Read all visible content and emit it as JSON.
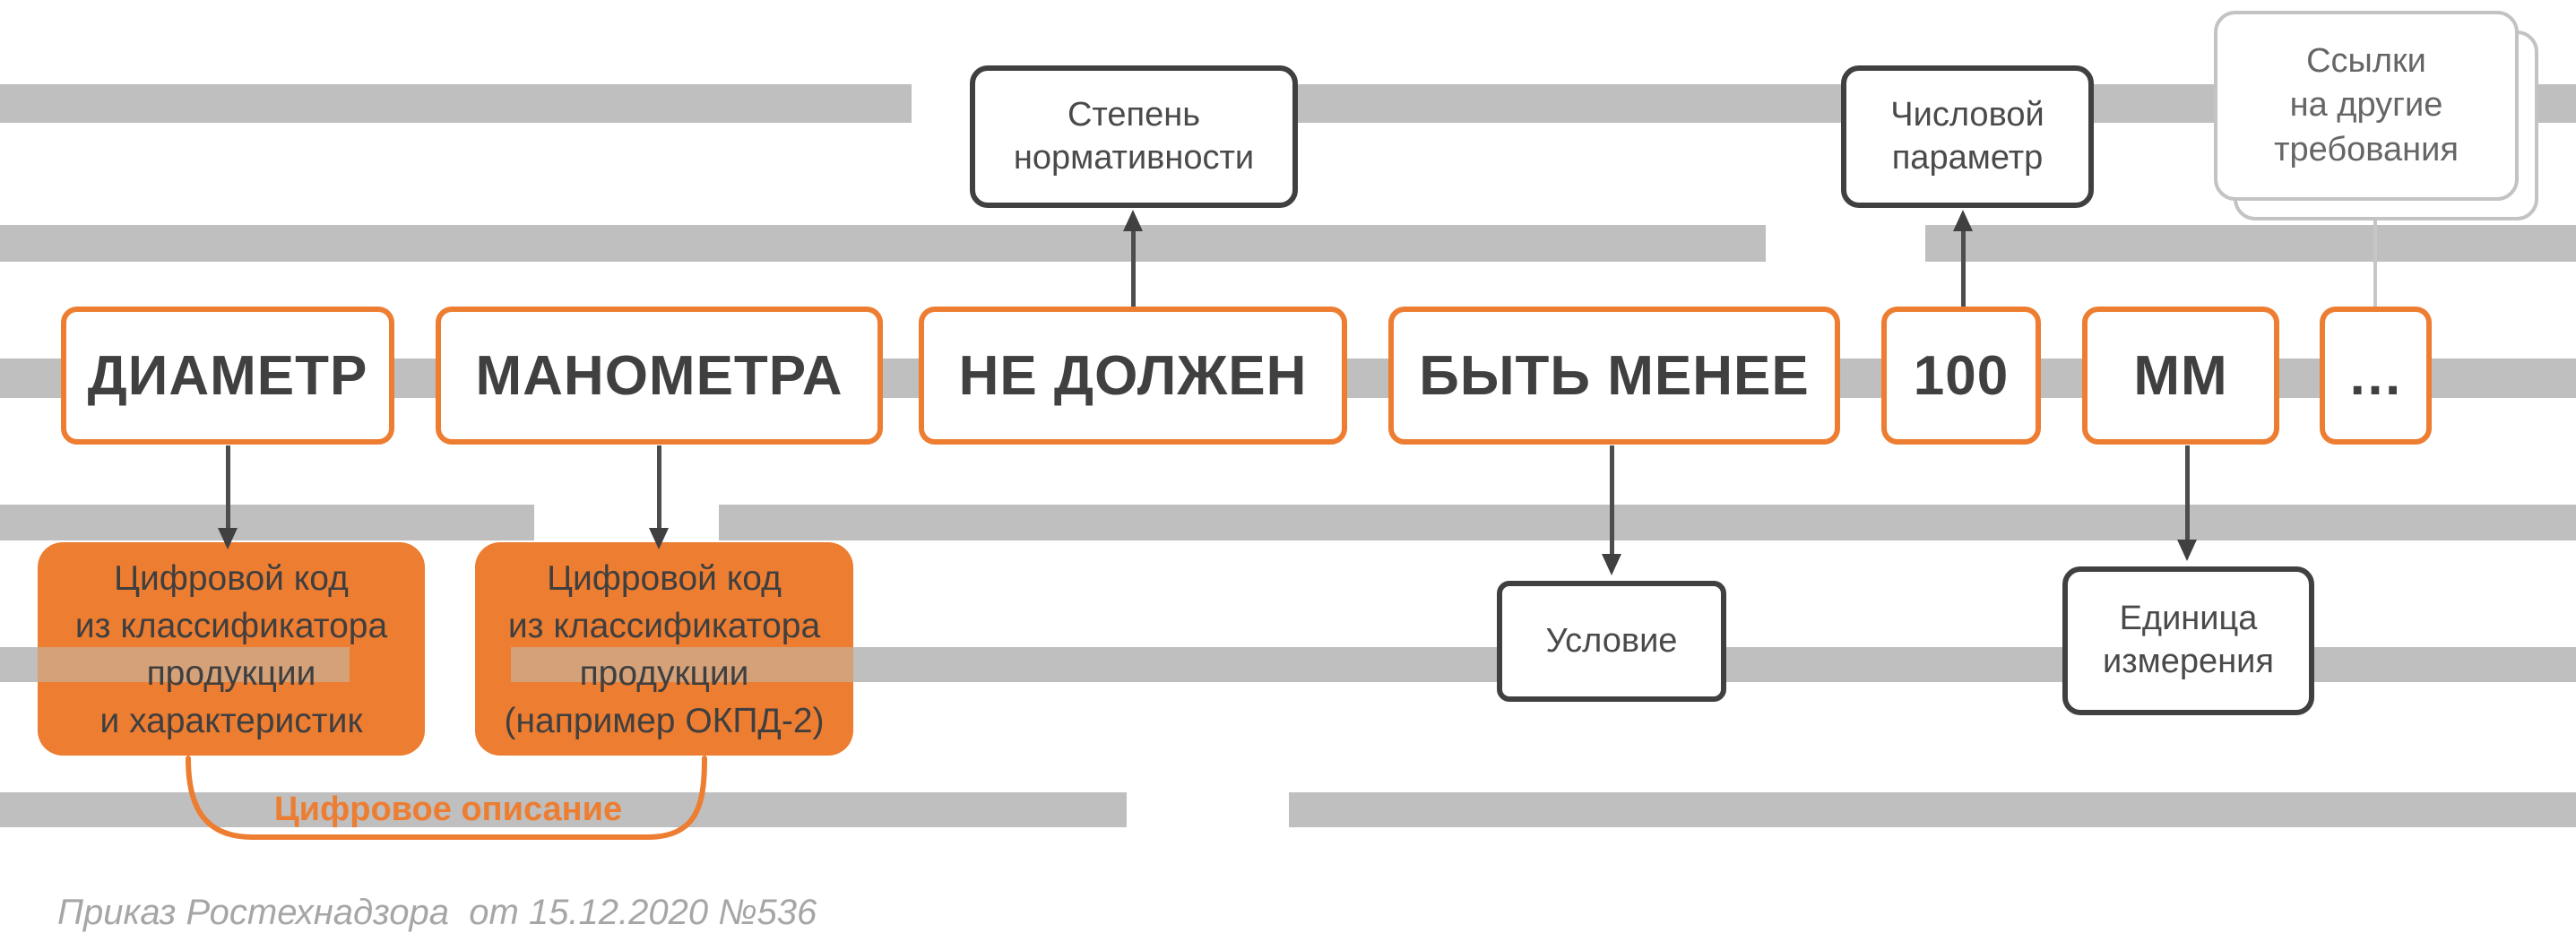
{
  "colors": {
    "orange": "#ED7D31",
    "bar_gray": "#BFBFBF",
    "bar_over_orange": "#D4A179",
    "dark": "#404040",
    "citation_gray": "#A6A6A6"
  },
  "tokens": [
    {
      "label": "ДИАМЕТР"
    },
    {
      "label": "МАНОМЕТРА"
    },
    {
      "label": "НЕ ДОЛЖЕН"
    },
    {
      "label": "БЫТЬ МЕНЕЕ"
    },
    {
      "label": "100"
    },
    {
      "label": "ММ"
    },
    {
      "label": "…"
    }
  ],
  "annotations": {
    "normativity": {
      "lines": [
        "Степень",
        "нормативности"
      ]
    },
    "numeric_parameter": {
      "lines": [
        "Числовой",
        "параметр"
      ]
    },
    "references": {
      "lines": [
        "Ссылки",
        "на другие",
        "требования"
      ]
    },
    "condition": {
      "lines": [
        "Условие"
      ]
    },
    "unit": {
      "lines": [
        "Единица",
        "измерения"
      ]
    }
  },
  "code_boxes": {
    "left": {
      "lines": [
        "Цифровой код",
        "из классификатора",
        "продукции",
        "и характеристик"
      ]
    },
    "right": {
      "lines": [
        "Цифровой код",
        "из классификатора",
        "продукции",
        "(например ОКПД-2)"
      ]
    }
  },
  "brace": {
    "label": "Цифровое описание"
  },
  "citation": {
    "text": "Приказ Ростехнадзора  от 15.12.2020 №536"
  }
}
